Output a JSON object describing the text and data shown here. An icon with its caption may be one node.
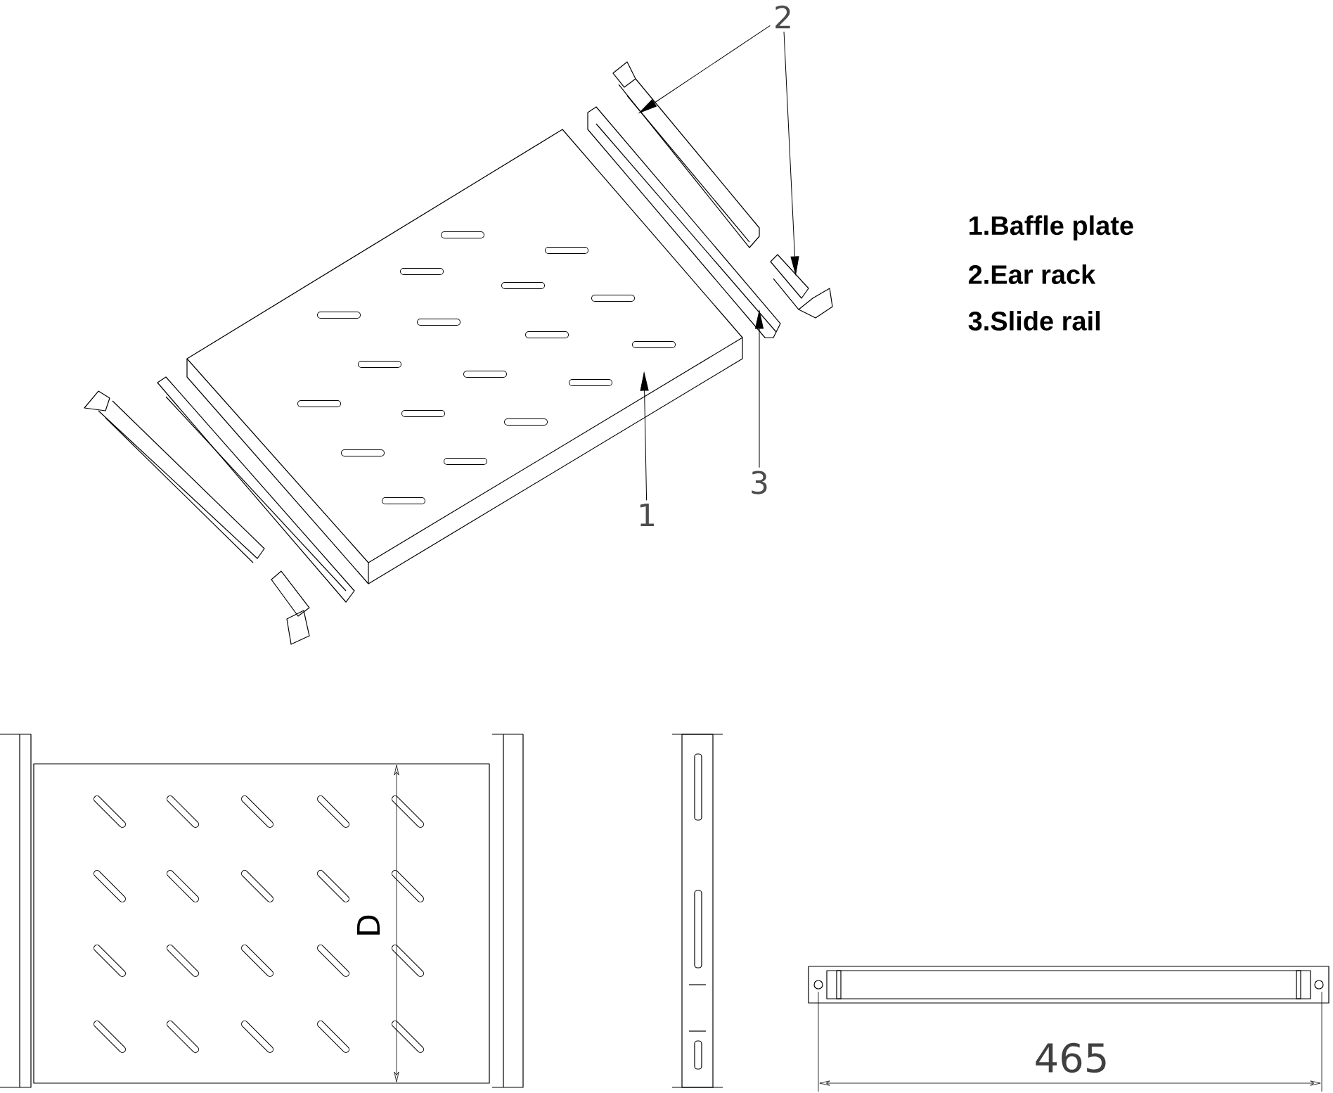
{
  "diagram": {
    "nodes": [
      {
        "text": [
          "1"
        ]
      },
      {
        "text": [],
        "shape": "picture"
      },
      {
        "text": [
          "2"
        ]
      },
      {
        "text": [],
        "shape": "picture"
      },
      {
        "text": [],
        "shape": "picture"
      },
      {
        "text": [
          "3"
        ]
      },
      {
        "text": [],
        "shape": "picture"
      }
    ],
    "edges": [
      {
        "from": 0,
        "to": 1,
        "arrow": "to"
      },
      {
        "from": 2,
        "to": 3,
        "arrow": "to"
      },
      {
        "from": 2,
        "to": 4,
        "arrow": "to"
      },
      {
        "from": 5,
        "to": 6,
        "arrow": "to"
      }
    ],
    "labels": [
      "1.Baffle plate",
      "2.Ear rack",
      "3.Slide rail",
      "D",
      "465"
    ]
  }
}
